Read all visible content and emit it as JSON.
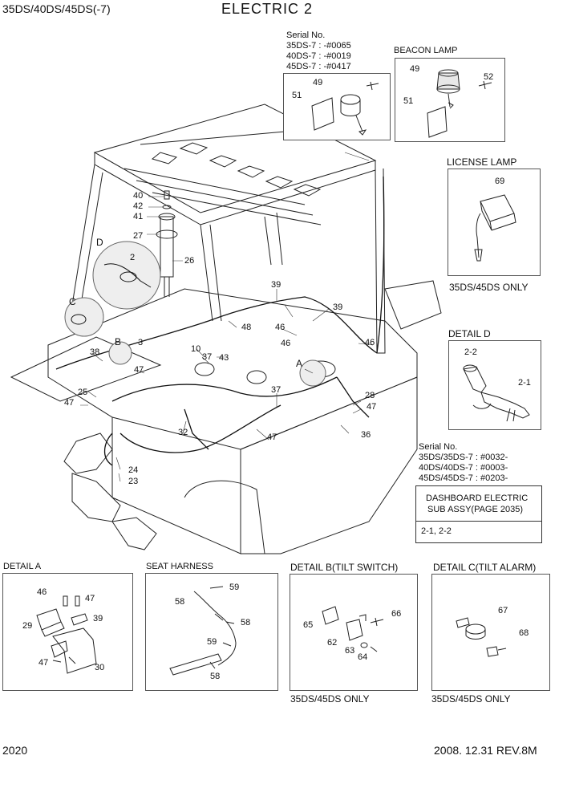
{
  "header": {
    "model": "35DS/40DS/45DS(-7)",
    "title": "ELECTRIC 2"
  },
  "serial_box_1": {
    "heading": "Serial No.",
    "lines": [
      "35DS-7 : -#0065",
      "40DS-7 : -#0019",
      "45DS-7 : -#0417"
    ]
  },
  "beacon": {
    "title": "BEACON LAMP"
  },
  "license": {
    "title": "LICENSE LAMP",
    "note": "35DS/45DS ONLY"
  },
  "detail_d": {
    "title": "DETAIL D"
  },
  "serial_box_2": {
    "heading": "Serial No.",
    "lines": [
      "35DS/35DS-7 : #0032-",
      "40DS/40DS-7 : #0003-",
      "45DS/45DS-7 : #0203-"
    ]
  },
  "dashboard": {
    "line1": "DASHBOARD ELECTRIC",
    "line2": "SUB ASSY(PAGE 2035)",
    "parts": "2-1, 2-2"
  },
  "detail_a": {
    "title": "DETAIL A"
  },
  "seat_harness": {
    "title": "SEAT HARNESS"
  },
  "detail_b": {
    "title": "DETAIL B(TILT SWITCH)",
    "note": "35DS/45DS ONLY"
  },
  "detail_c": {
    "title": "DETAIL C(TILT ALARM)",
    "note": "35DS/45DS ONLY"
  },
  "footer": {
    "page": "2020",
    "rev": "2008. 12.31  REV.8M"
  },
  "main_labels": [
    "40",
    "42",
    "41",
    "27",
    "26",
    "2",
    "D",
    "C",
    "B",
    "3",
    "38",
    "47",
    "25",
    "47",
    "10",
    "37",
    "43",
    "48",
    "39",
    "46",
    "46",
    "39",
    "46",
    "A",
    "37",
    "28",
    "47",
    "36",
    "47",
    "32",
    "24",
    "23"
  ],
  "serial1_labels": [
    "49",
    "51"
  ],
  "beacon_labels": [
    "49",
    "52",
    "51"
  ],
  "license_labels": [
    "69"
  ],
  "detail_d_labels": [
    "2-2",
    "2-1"
  ],
  "detail_a_labels": [
    "46",
    "47",
    "29",
    "39",
    "47",
    "30"
  ],
  "seat_labels": [
    "59",
    "58",
    "58",
    "59",
    "58"
  ],
  "detail_b_labels": [
    "66",
    "65",
    "62",
    "63",
    "64"
  ],
  "detail_c_labels": [
    "67",
    "68"
  ]
}
